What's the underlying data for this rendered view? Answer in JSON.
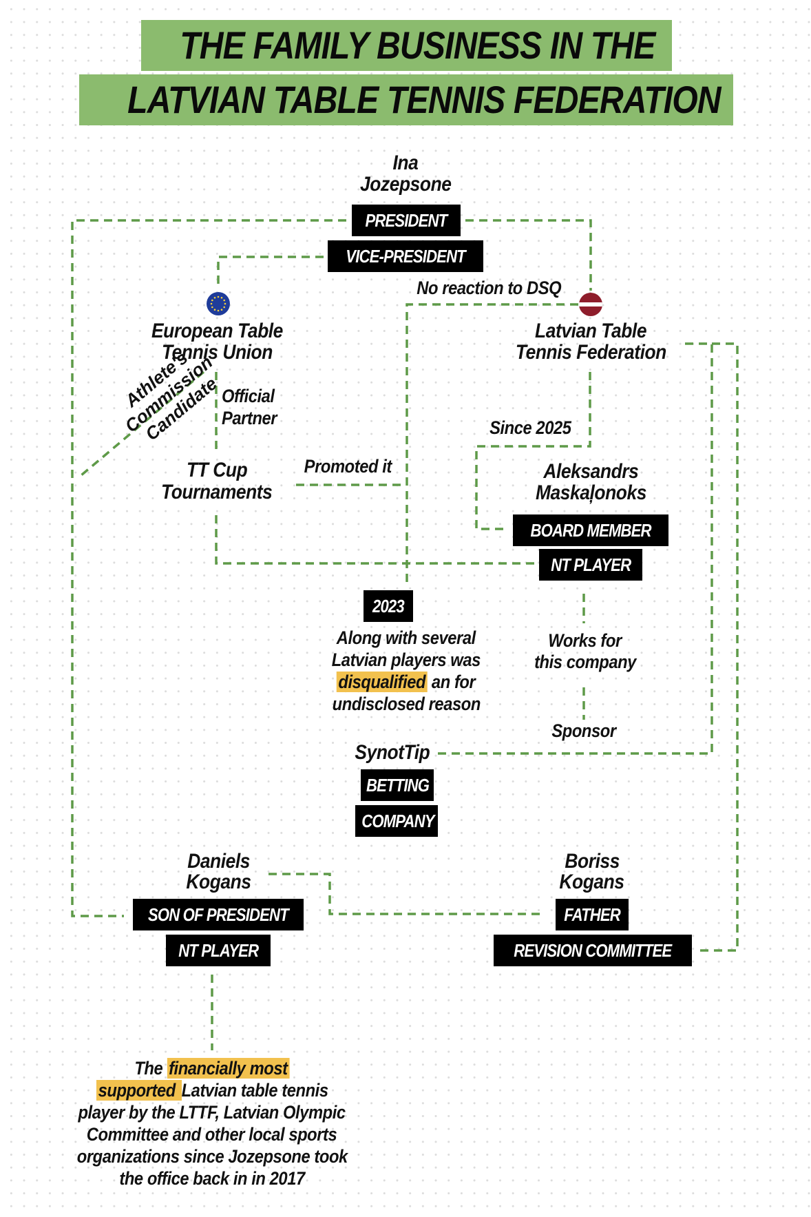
{
  "title": {
    "line1": "THE FAMILY BUSINESS IN THE",
    "line2": "LATVIAN TABLE TENNIS FEDERATION",
    "background_color": "#8bbb6e"
  },
  "colors": {
    "connector": "#5e9a48",
    "highlight": "#f2c14e",
    "tag_background": "#000000",
    "tag_text": "#ffffff"
  },
  "nodes": {
    "ina": {
      "name_line1": "Ina",
      "name_line2": "Jozepsone",
      "tags": [
        "PRESIDENT",
        "VICE-PRESIDENT"
      ]
    },
    "ettu": {
      "icon": "eu-flag-icon",
      "name_line1": "European Table",
      "name_line2": "Tennis Union"
    },
    "lttf": {
      "icon": "latvia-flag-icon",
      "name_line1": "Latvian Table",
      "name_line2": "Tennis Federation"
    },
    "tt_cup": {
      "name_line1": "TT Cup",
      "name_line2": "Tournaments"
    },
    "aleksandrs": {
      "name_line1": "Aleksandrs",
      "name_line2": "Maskaļonoks",
      "tags": [
        "BOARD MEMBER",
        "NT PLAYER"
      ]
    },
    "dsq_2023": {
      "tag": "2023",
      "text_line1": "Along with several",
      "text_line2": "Latvian players was",
      "text_line3_highlight": "disqualified",
      "text_line3_rest": " an for",
      "text_line4": "undisclosed reason"
    },
    "synottip": {
      "name": "SynotTip",
      "tags": [
        "BETTING",
        "COMPANY"
      ]
    },
    "daniels": {
      "name_line1": "Daniels",
      "name_line2": "Kogans",
      "tags": [
        "SON OF PRESIDENT",
        "NT PLAYER"
      ]
    },
    "boriss": {
      "name_line1": "Boriss",
      "name_line2": "Kogans",
      "tags": [
        "FATHER",
        "REVISION COMMITTEE"
      ]
    },
    "daniels_note": {
      "line1_prefix": "The ",
      "line1_highlight": "financially most",
      "line2_highlight": "supported ",
      "line2_rest": "Latvian table tennis",
      "line3": "player by the LTTF, Latvian Olympic",
      "line4": "Committee and other local sports",
      "line5": "organizations since Jozepsone took",
      "line6": "the office back in in 2017"
    }
  },
  "edge_labels": {
    "no_reaction": "No reaction to DSQ",
    "athletes_line1": "Athlete's",
    "athletes_line2": "Commission",
    "athletes_line3": "Candidate",
    "official_line1": "Official",
    "official_line2": "Partner",
    "promoted": "Promoted it",
    "since_2025": "Since 2025",
    "works_line1": "Works for",
    "works_line2": "this company",
    "sponsor": "Sponsor"
  }
}
